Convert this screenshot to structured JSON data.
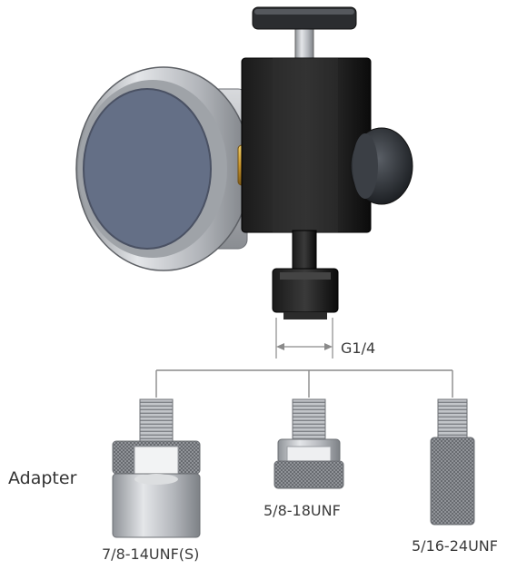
{
  "labels": {
    "adapter_heading": "Adapter",
    "port_thread": "G1/4",
    "adapter_1": "7/8-14UNF(S)",
    "adapter_2": "5/8-18UNF",
    "adapter_3": "5/16-24UNF"
  },
  "icons": [
    "pressure-gauge-icon",
    "valve-block-icon",
    "adapter-fitting-icon"
  ],
  "colors": {
    "gauge_face": "#646f86",
    "valve_body": "#0d0d0d",
    "brass_fitting": "#c9962e",
    "steel": "#b9bcc1",
    "connector_line": "#8a8a8a",
    "text": "#3a3a3a"
  }
}
